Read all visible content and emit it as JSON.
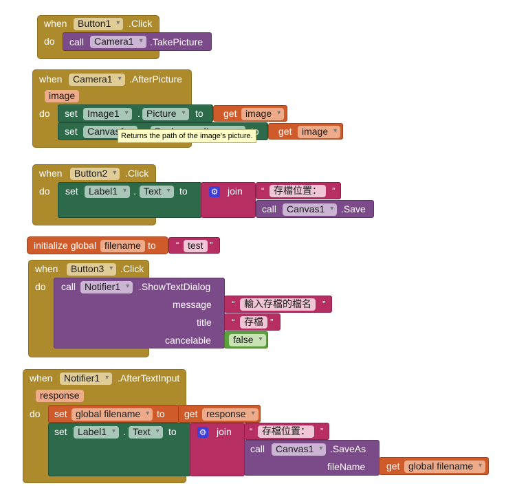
{
  "kw": {
    "when": "when",
    "do": "do",
    "call": "call",
    "set": "set",
    "to": "to",
    "get": "get",
    "join": "join",
    "initialize_global": "initialize global",
    "dot": ".",
    "open_quote": "“",
    "close_quote": "”"
  },
  "blocks": {
    "b1": {
      "component": "Button1",
      "event": ".Click",
      "call_component": "Camera1",
      "method": ".TakePicture"
    },
    "b2": {
      "component": "Camera1",
      "event": ".AfterPicture",
      "param": "image",
      "set1_component": "Image1",
      "set1_property": "Picture",
      "get1": "image",
      "set2_component": "Canvas1",
      "set2_property": "BackgroundImage",
      "get2": "image",
      "tooltip": "Returns the path of the image's picture."
    },
    "b3": {
      "component": "Button2",
      "event": ".Click",
      "set_component": "Label1",
      "set_property": "Text",
      "join_text": "存檔位置：",
      "call_component": "Canvas1",
      "call_method": ".Save"
    },
    "b4": {
      "var_name": "filename",
      "value": "test"
    },
    "b5": {
      "component": "Button3",
      "event": ".Click",
      "call_component": "Notifier1",
      "method": ".ShowTextDialog",
      "arg1_name": "message",
      "arg1_value": "輸入存檔的檔名",
      "arg2_name": "title",
      "arg2_value": "存檔",
      "arg3_name": "cancelable",
      "arg3_value": "false"
    },
    "b6": {
      "component": "Notifier1",
      "event": ".AfterTextInput",
      "param": "response",
      "set_var": "global filename",
      "get_var": "response",
      "set_component": "Label1",
      "set_property": "Text",
      "join_text": "存檔位置：",
      "call_component": "Canvas1",
      "call_method": ".SaveAs",
      "arg_name": "fileName",
      "arg_get": "global filename"
    }
  },
  "colors": {
    "event": "#ad8b2c",
    "setter": "#2d6a4a",
    "variable": "#cf5a2a",
    "procedure": "#7b4a88",
    "text": "#b72e63",
    "logic": "#5da13d"
  }
}
